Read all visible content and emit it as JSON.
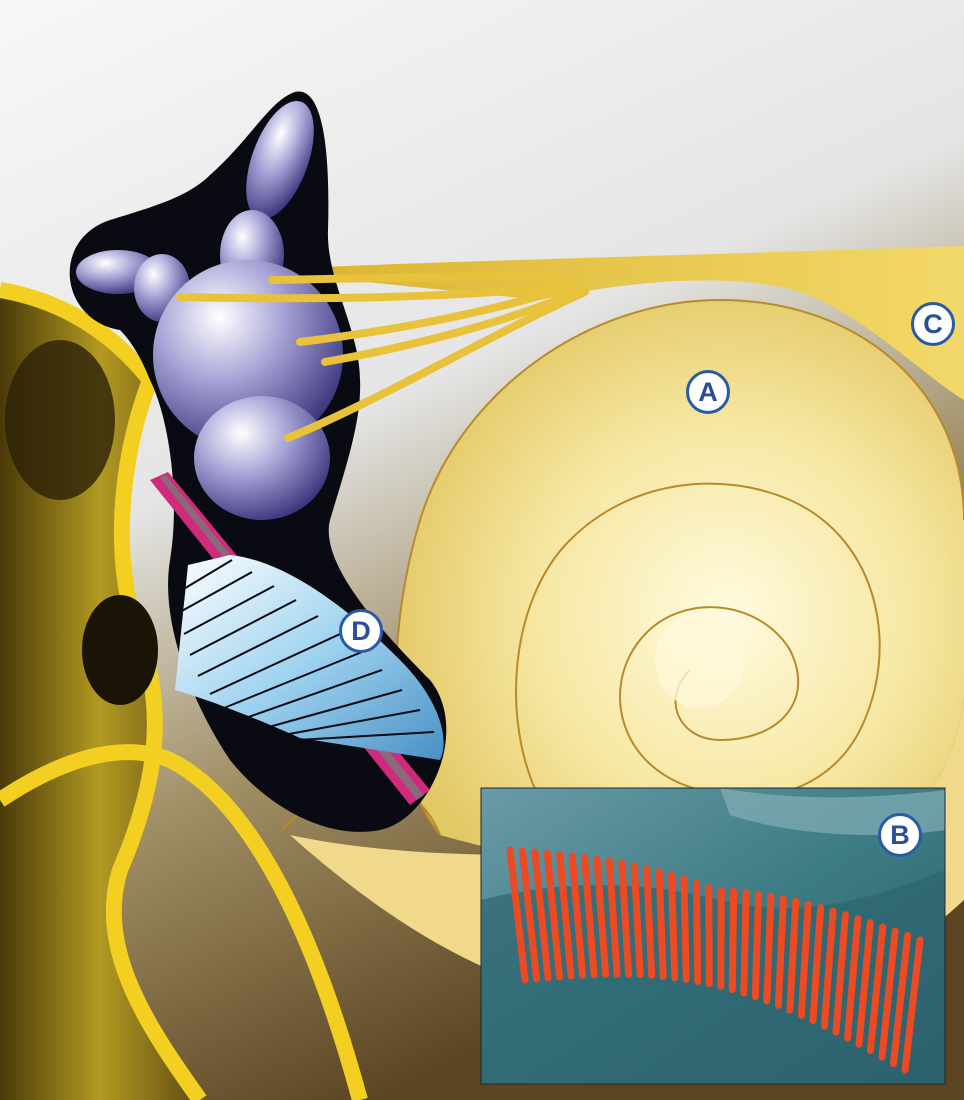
{
  "labels": {
    "a": "A",
    "b": "B",
    "c": "C",
    "d": "D"
  },
  "colors": {
    "cochlea_yellow": "#f3e39a",
    "bone_gold": "#e7c21f",
    "vestibule_black": "#0a0a12",
    "canal_purple": "#8a86c4",
    "nerve_gold": "#e8c23a",
    "electrode_blue": "#8cc6e8",
    "electrode_magenta": "#d02a7c",
    "marker_border": "#2a5aa6",
    "hair_cell_orange": "#ec4a22",
    "tissue_teal": "#3e8a8c"
  },
  "icons": {
    "marker_shape": "circle-letter-icon"
  }
}
